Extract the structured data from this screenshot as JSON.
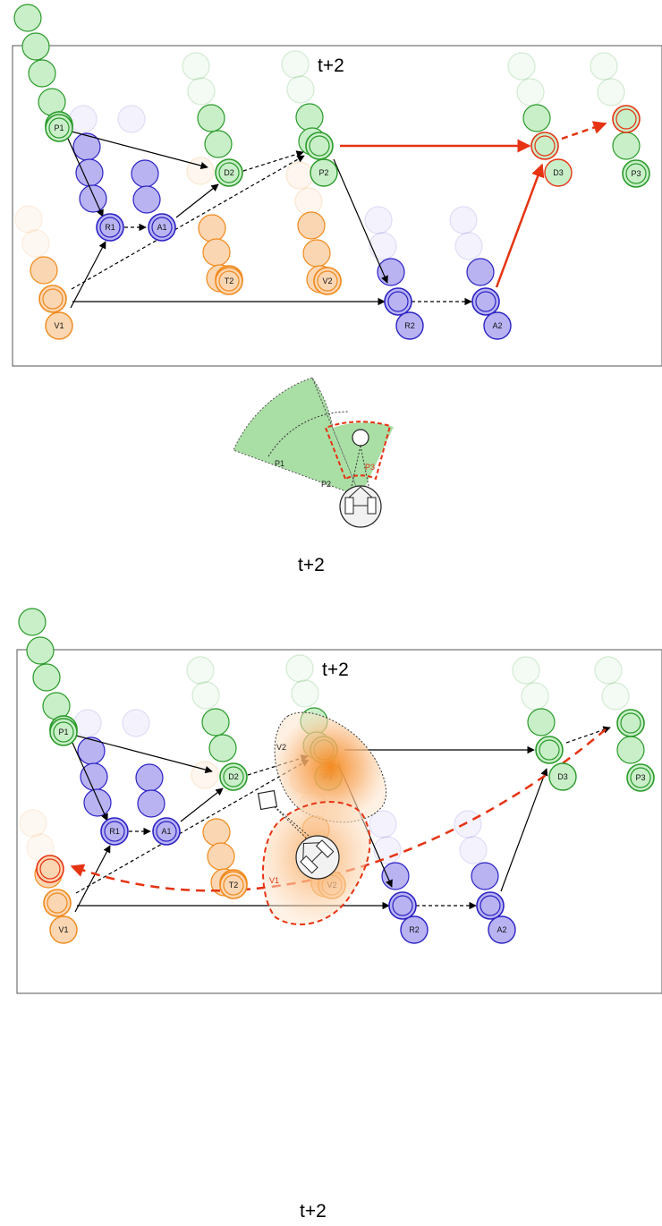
{
  "colors": {
    "green_fill": "#c9efc9",
    "green_stroke": "#2a9a2a",
    "blue_fill": "#b9b3f2",
    "blue_stroke": "#2c22c4",
    "orange_fill": "#fbd6b3",
    "orange_stroke": "#f08a1c",
    "red": "#e63312"
  },
  "top_panel": {
    "frame_title": "t+2",
    "node_labels": {
      "P1": "P1",
      "R1": "R1",
      "A1": "A1",
      "D2": "D2",
      "T2": "T2",
      "P2": "P2",
      "V2": "V2",
      "R2": "R2",
      "A2": "A2",
      "D3": "D3",
      "P3": "P3",
      "V1": "V1"
    },
    "sensor_labels": {
      "p1": "P1",
      "p2": "P2",
      "p3": "P3"
    },
    "caption": "t+2"
  },
  "bottom_panel": {
    "frame_title": "t+2",
    "node_labels": {
      "P1": "P1",
      "R1": "R1",
      "A1": "A1",
      "D2": "D2",
      "T2": "T2",
      "P2": "P2",
      "V2": "V2",
      "R2": "R2",
      "A2": "A2",
      "D3": "D3",
      "P3": "P3",
      "V1": "V1"
    },
    "sensor_labels": {
      "v1": "V1",
      "v2": "V2"
    },
    "caption": "t+2"
  }
}
